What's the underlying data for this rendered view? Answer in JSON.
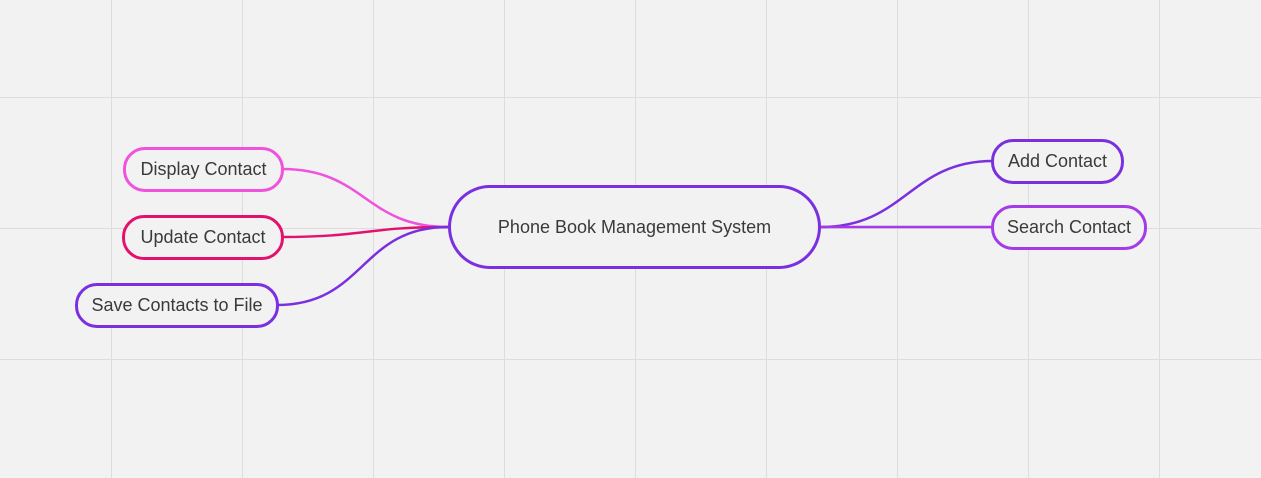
{
  "mindmap": {
    "root": {
      "label": "Phone Book Management System",
      "color": "#7a2fe0"
    },
    "right_branches": [
      {
        "label": "Add Contact",
        "color": "#7a2fe0"
      },
      {
        "label": "Search Contact",
        "color": "#a53ae8"
      }
    ],
    "left_branches": [
      {
        "label": "Display Contact",
        "color": "#ef52dc"
      },
      {
        "label": "Update Contact",
        "color": "#e3116e"
      },
      {
        "label": "Save Contacts to File",
        "color": "#7a2fe0"
      }
    ]
  },
  "colors": {
    "background": "#f2f2f2",
    "grid": "#dddddd",
    "text": "#3a3a3a"
  }
}
